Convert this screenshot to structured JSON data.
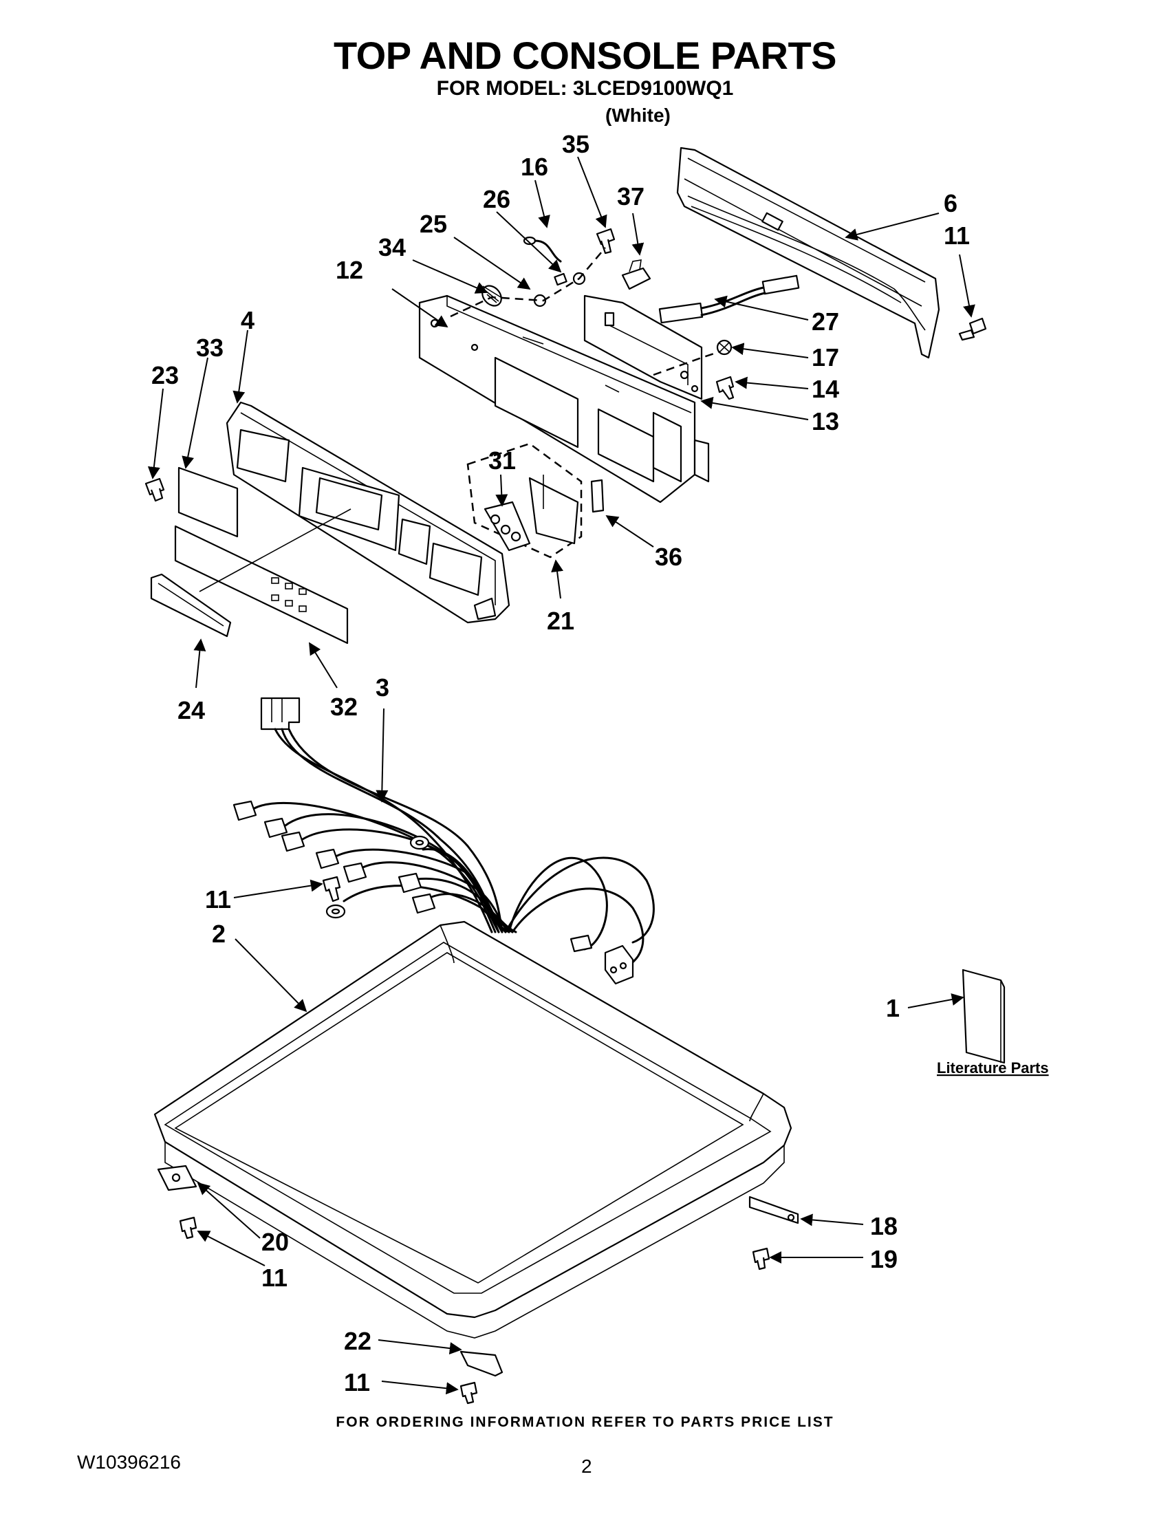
{
  "header": {
    "title": "TOP AND CONSOLE PARTS",
    "model_line": "FOR MODEL: 3LCED9100WQ1",
    "variant": "(White)"
  },
  "callouts": [
    {
      "id": "callout-35",
      "label": "35"
    },
    {
      "id": "callout-16",
      "label": "16"
    },
    {
      "id": "callout-37",
      "label": "37"
    },
    {
      "id": "callout-26",
      "label": "26"
    },
    {
      "id": "callout-6",
      "label": "6"
    },
    {
      "id": "callout-25",
      "label": "25"
    },
    {
      "id": "callout-11-a",
      "label": "11"
    },
    {
      "id": "callout-34",
      "label": "34"
    },
    {
      "id": "callout-12",
      "label": "12"
    },
    {
      "id": "callout-27",
      "label": "27"
    },
    {
      "id": "callout-4",
      "label": "4"
    },
    {
      "id": "callout-33",
      "label": "33"
    },
    {
      "id": "callout-17",
      "label": "17"
    },
    {
      "id": "callout-23",
      "label": "23"
    },
    {
      "id": "callout-14",
      "label": "14"
    },
    {
      "id": "callout-13",
      "label": "13"
    },
    {
      "id": "callout-31",
      "label": "31"
    },
    {
      "id": "callout-36",
      "label": "36"
    },
    {
      "id": "callout-21",
      "label": "21"
    },
    {
      "id": "callout-24",
      "label": "24"
    },
    {
      "id": "callout-32",
      "label": "32"
    },
    {
      "id": "callout-3",
      "label": "3"
    },
    {
      "id": "callout-11-b",
      "label": "11"
    },
    {
      "id": "callout-2",
      "label": "2"
    },
    {
      "id": "callout-1",
      "label": "1"
    },
    {
      "id": "callout-18",
      "label": "18"
    },
    {
      "id": "callout-20",
      "label": "20"
    },
    {
      "id": "callout-19",
      "label": "19"
    },
    {
      "id": "callout-11-c",
      "label": "11"
    },
    {
      "id": "callout-22",
      "label": "22"
    },
    {
      "id": "callout-11-d",
      "label": "11"
    }
  ],
  "literature": {
    "label": "Literature Parts"
  },
  "footer": {
    "ordering_note": "FOR ORDERING INFORMATION REFER TO PARTS PRICE LIST",
    "document_number": "W10396216",
    "page_number": "2"
  }
}
